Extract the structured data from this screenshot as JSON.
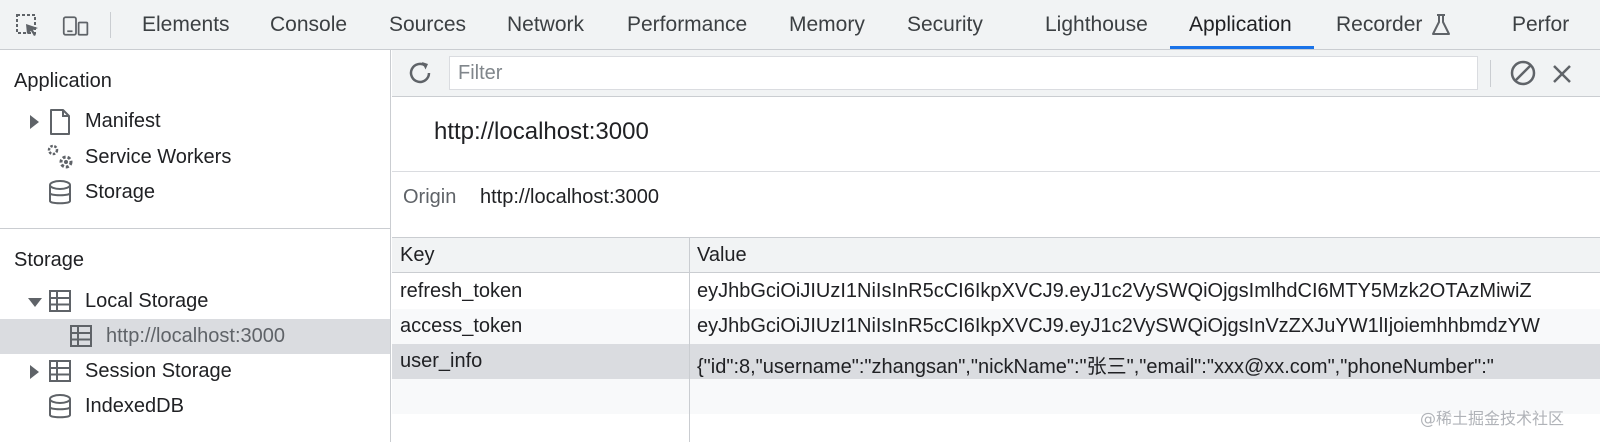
{
  "topbar": {
    "tabs": [
      {
        "label": "Elements"
      },
      {
        "label": "Console"
      },
      {
        "label": "Sources"
      },
      {
        "label": "Network"
      },
      {
        "label": "Performance"
      },
      {
        "label": "Memory"
      },
      {
        "label": "Security"
      },
      {
        "label": "Lighthouse"
      },
      {
        "label": "Application"
      },
      {
        "label": "Recorder"
      },
      {
        "label": "Perfor"
      }
    ],
    "active_tab": "Application",
    "icons": [
      "inspect-element-icon",
      "device-toolbar-icon",
      "flask-icon"
    ]
  },
  "sidebar": {
    "application_heading": "Application",
    "application_items": [
      {
        "label": "Manifest",
        "icon": "document-icon"
      },
      {
        "label": "Service Workers",
        "icon": "gears-icon"
      },
      {
        "label": "Storage",
        "icon": "database-icon"
      }
    ],
    "storage_heading": "Storage",
    "storage_items": [
      {
        "label": "Local Storage",
        "icon": "table-icon"
      },
      {
        "label": "http://localhost:3000",
        "icon": "table-icon"
      },
      {
        "label": "Session Storage",
        "icon": "table-icon"
      },
      {
        "label": "IndexedDB",
        "icon": "database-icon"
      }
    ]
  },
  "toolbar": {
    "filter_placeholder": "Filter",
    "icons": [
      "refresh-icon",
      "clear-all-icon",
      "delete-selected-icon"
    ]
  },
  "origin": {
    "title": "http://localhost:3000",
    "label": "Origin",
    "value": "http://localhost:3000"
  },
  "table": {
    "columns": {
      "key": "Key",
      "value": "Value"
    },
    "rows": [
      {
        "key": "refresh_token",
        "value": "eyJhbGciOiJIUzI1NiIsInR5cCI6IkpXVCJ9.eyJ1c2VySWQiOjgsImlhdCI6MTY5Mzk2OTAzMiwiZ"
      },
      {
        "key": "access_token",
        "value": "eyJhbGciOiJIUzI1NiIsInR5cCI6IkpXVCJ9.eyJ1c2VySWQiOjgsInVzZXJuYW1lIjoiemhhbmdzYW"
      },
      {
        "key": "user_info",
        "value": "{\"id\":8,\"username\":\"zhangsan\",\"nickName\":\"张三\",\"email\":\"xxx@xx.com\",\"phoneNumber\":\""
      }
    ],
    "selected_row": "user_info"
  },
  "watermark": "@稀土掘金技术社区",
  "colors": {
    "accent": "#1a73e8",
    "toolbar_bg": "#f1f3f4",
    "selection_bg": "#dadce0",
    "border": "#cacdd1"
  }
}
